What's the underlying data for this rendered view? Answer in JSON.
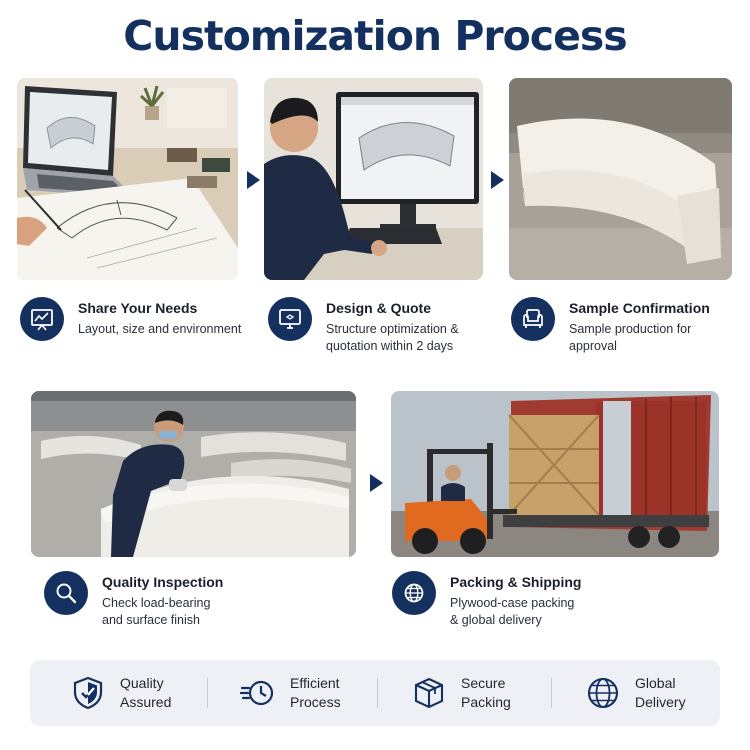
{
  "page": {
    "title": "Customization Process"
  },
  "steps": [
    {
      "title": "Share Your Needs",
      "desc_line1": "Layout, size and environment",
      "desc_line2": "",
      "icon": "chart-board-icon"
    },
    {
      "title": "Design & Quote",
      "desc_line1": "Structure optimization &",
      "desc_line2": "quotation within 2 days",
      "icon": "monitor-icon"
    },
    {
      "title": "Sample Confirmation",
      "desc_line1": "Sample production for",
      "desc_line2": "approval",
      "icon": "armchair-icon"
    },
    {
      "title": "Quality Inspection",
      "desc_line1": "Check load-bearing",
      "desc_line2": "and surface finish",
      "icon": "magnifier-icon"
    },
    {
      "title": "Packing & Shipping",
      "desc_line1": "Plywood-case packing",
      "desc_line2": "& global delivery",
      "icon": "globe-icon"
    }
  ],
  "features": [
    {
      "line1": "Quality",
      "line2": "Assured",
      "icon": "shield-check-icon"
    },
    {
      "line1": "Efficient",
      "line2": "Process",
      "icon": "fast-clock-icon"
    },
    {
      "line1": "Secure",
      "line2": "Packing",
      "icon": "package-box-icon"
    },
    {
      "line1": "Global",
      "line2": "Delivery",
      "icon": "globe-icon"
    }
  ],
  "colors": {
    "navy": "#14305f",
    "foam": "#f1eee8",
    "bar_background": "#eef0f5"
  }
}
